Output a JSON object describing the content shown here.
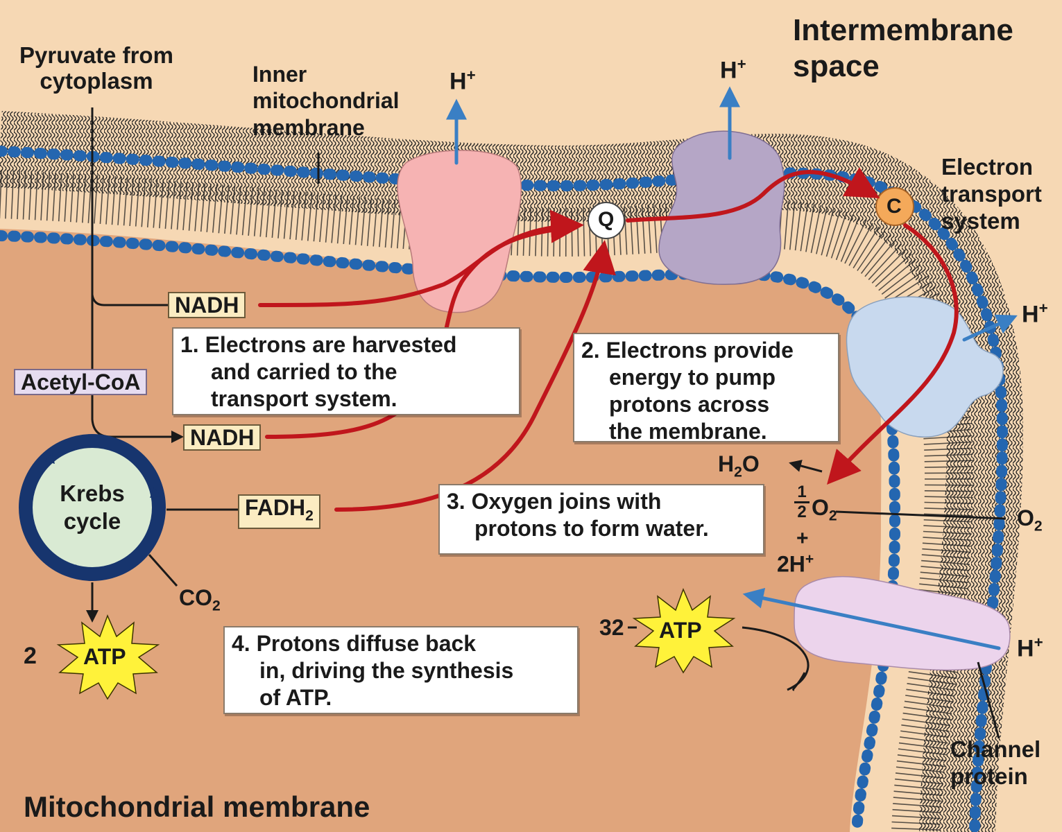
{
  "regions": {
    "intermembrane_space": [
      "Intermembrane",
      "space"
    ],
    "matrix_label": "Mitochondrial membrane"
  },
  "labels": {
    "pyruvate": [
      "Pyruvate from",
      "cytoplasm"
    ],
    "inner_membrane": [
      "Inner",
      "mitochondrial",
      "membrane"
    ],
    "electron_transport": [
      "Electron",
      "transport",
      "system"
    ],
    "channel_protein": [
      "Channel",
      "protein"
    ],
    "krebs": [
      "Krebs",
      "cycle"
    ],
    "q": "Q",
    "c": "C",
    "h_plus": "H",
    "plus": "+",
    "co2_main": "CO",
    "co2_sub": "2",
    "o2_main": "O",
    "o2_sub": "2",
    "h2o_main": "H",
    "h2o_sub": "2",
    "h2o_tail": "O",
    "half_num": "1",
    "half_den": "2",
    "half_o2": "O",
    "half_o2_sub": "2",
    "reaction_plus": "+",
    "two_h": "2H",
    "atp_count_small": "2",
    "atp_count_large": "32"
  },
  "tags": {
    "nadh_1": "NADH",
    "nadh_2": "NADH",
    "acetyl_coa": "Acetyl-CoA",
    "fadh2_main": "FADH",
    "fadh2_sub": "2",
    "atp_small": "ATP",
    "atp_large": "ATP"
  },
  "steps": [
    {
      "lines": [
        "1. Electrons are harvested",
        "and carried to the",
        "transport system."
      ]
    },
    {
      "lines": [
        "2. Electrons provide",
        "energy to pump",
        "protons across",
        "the membrane."
      ]
    },
    {
      "lines": [
        "3. Oxygen joins with",
        "protons to form water."
      ]
    },
    {
      "lines": [
        "4. Protons diffuse back",
        "in, driving the synthesis",
        "of ATP."
      ]
    }
  ],
  "colors": {
    "intermembrane": "#f6d8b4",
    "matrix": "#e0a57c",
    "electron_path": "#c0161c",
    "proton_arrow": "#3a7fc4",
    "phospholipid_head": "#2466b0",
    "complex1": "#f6b3b3",
    "complex2": "#b5a6c6",
    "complex3": "#c8d9ee",
    "atp_synthase": "#ecd4ec",
    "krebs_ring": "#17356e",
    "atp_burst": "#fff23a"
  }
}
